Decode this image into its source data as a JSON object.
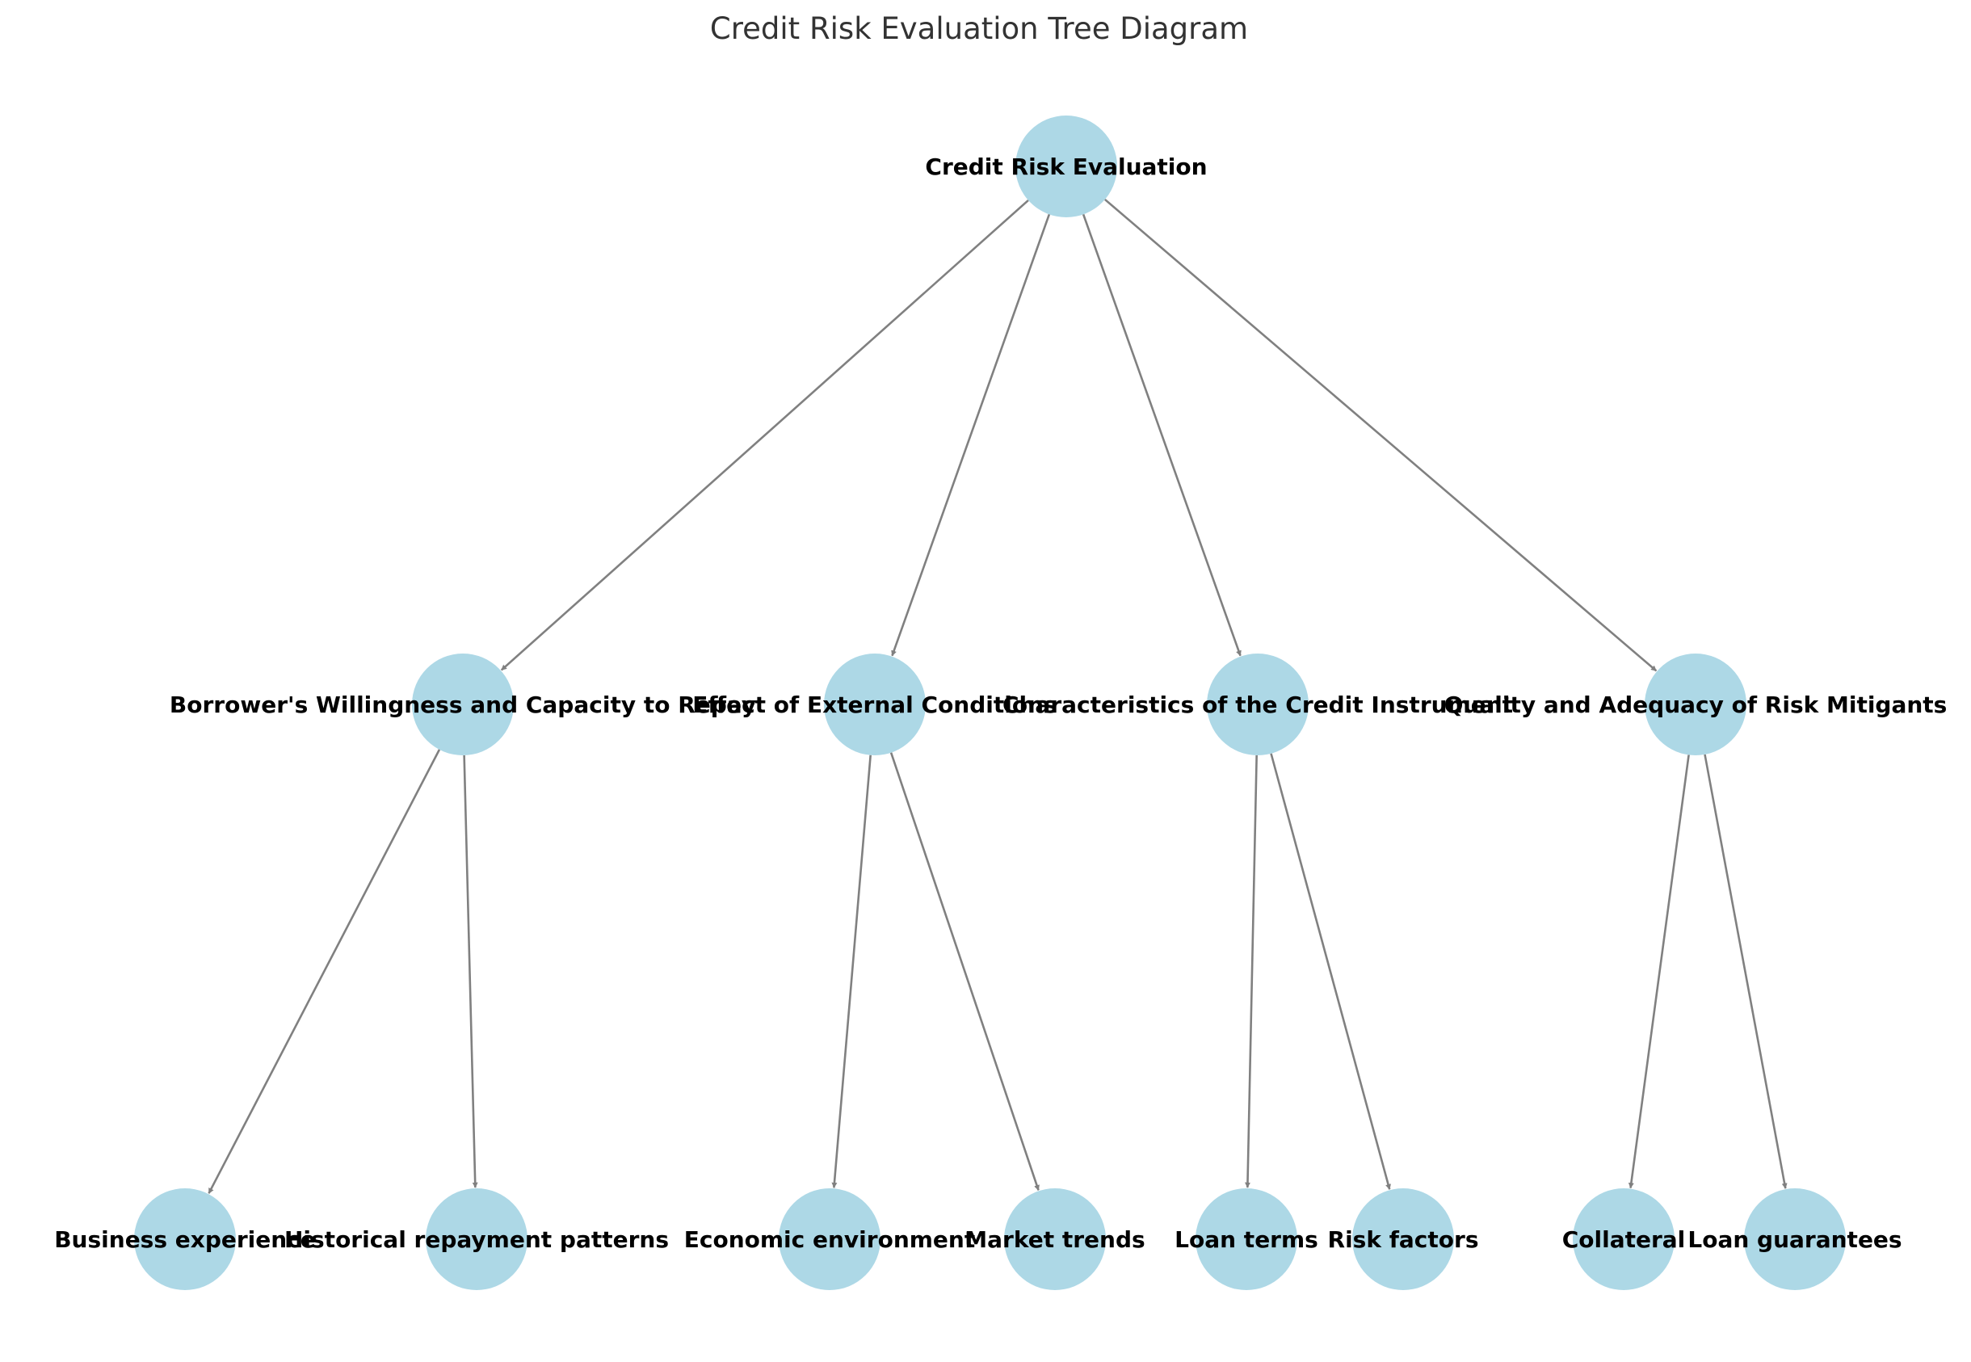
{
  "title": "Credit Risk Evaluation Tree Diagram",
  "colors": {
    "node_fill": "#add8e6",
    "edge": "#808080",
    "label": "#000000",
    "title": "#333333"
  },
  "nodes": [
    {
      "id": "root",
      "label": "Credit Risk Evaluation"
    },
    {
      "id": "borrower",
      "label": "Borrower's Willingness and Capacity to Repay"
    },
    {
      "id": "external",
      "label": "Effect of External Conditions"
    },
    {
      "id": "instrument",
      "label": "Characteristics of the Credit Instrument"
    },
    {
      "id": "mitigants",
      "label": "Quality and Adequacy of Risk Mitigants"
    },
    {
      "id": "business",
      "label": "Business experience"
    },
    {
      "id": "historical",
      "label": "Historical repayment patterns"
    },
    {
      "id": "economic",
      "label": "Economic environment"
    },
    {
      "id": "market",
      "label": "Market trends"
    },
    {
      "id": "loanterms",
      "label": "Loan terms"
    },
    {
      "id": "riskfactors",
      "label": "Risk factors"
    },
    {
      "id": "collateral",
      "label": "Collateral"
    },
    {
      "id": "guarantees",
      "label": "Loan guarantees"
    }
  ],
  "edges": [
    {
      "from": "root",
      "to": "borrower"
    },
    {
      "from": "root",
      "to": "external"
    },
    {
      "from": "root",
      "to": "instrument"
    },
    {
      "from": "root",
      "to": "mitigants"
    },
    {
      "from": "borrower",
      "to": "business"
    },
    {
      "from": "borrower",
      "to": "historical"
    },
    {
      "from": "external",
      "to": "economic"
    },
    {
      "from": "external",
      "to": "market"
    },
    {
      "from": "instrument",
      "to": "loanterms"
    },
    {
      "from": "instrument",
      "to": "riskfactors"
    },
    {
      "from": "mitigants",
      "to": "collateral"
    },
    {
      "from": "mitigants",
      "to": "guarantees"
    }
  ]
}
